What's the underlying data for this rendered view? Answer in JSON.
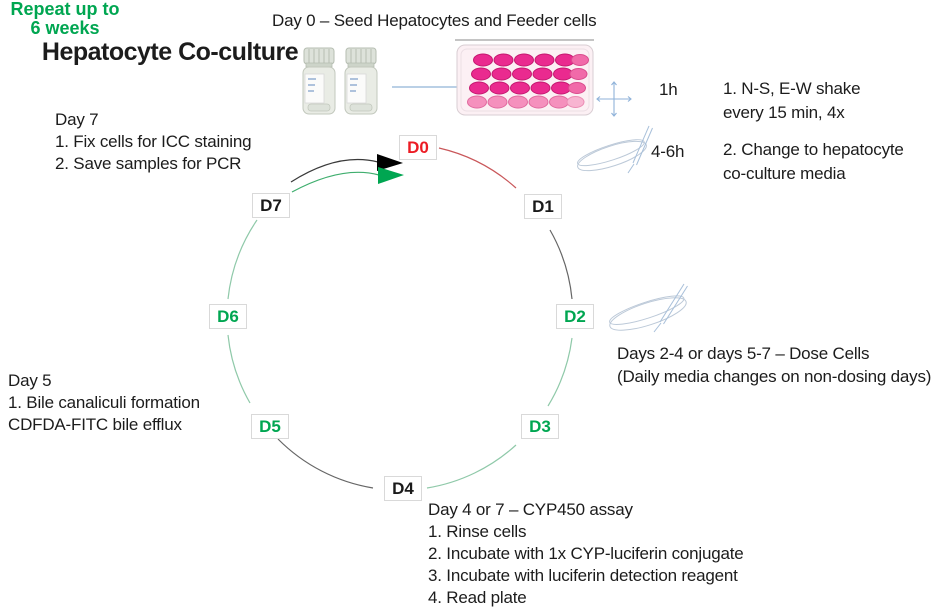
{
  "header": {
    "title": "Day 0 – Seed Hepatocytes and Feeder cells"
  },
  "seed_steps": {
    "step1_duration": "1h",
    "step1_line1": "1. N-S, E-W shake",
    "step1_line2": "every 15 min, 4x",
    "step2_duration": "4-6h",
    "step2_line1": "2. Change to hepatocyte",
    "step2_line2": "co-culture media"
  },
  "day7_note": {
    "title": "Day 7",
    "lines": [
      "1. Fix cells for ICC staining",
      "2. Save samples for PCR"
    ]
  },
  "day5_note": {
    "title": "Day 5",
    "lines": [
      "1. Bile canaliculi formation",
      "CDFDA-FITC bile efflux"
    ]
  },
  "dose_note": {
    "lines": [
      "Days 2-4 or days 5-7 – Dose Cells",
      "(Daily media changes on non-dosing days)"
    ]
  },
  "cyp_note": {
    "title": "Day 4 or 7 – CYP450 assay",
    "lines": [
      "1. Rinse cells",
      "2. Incubate with 1x CYP-luciferin conjugate",
      "3. Incubate with luciferin detection reagent",
      "4. Read plate"
    ]
  },
  "cycle": {
    "center_title": "Hepatocyte Co-culture",
    "repeat_line1": "Repeat up to",
    "repeat_line2": "6 weeks",
    "days": [
      {
        "label": "D0",
        "color": "#ec1c24"
      },
      {
        "label": "D1",
        "color": "#1a1a1a"
      },
      {
        "label": "D2",
        "color": "#00a651"
      },
      {
        "label": "D3",
        "color": "#00a651"
      },
      {
        "label": "D4",
        "color": "#1a1a1a"
      },
      {
        "label": "D5",
        "color": "#00a651"
      },
      {
        "label": "D6",
        "color": "#00a651"
      },
      {
        "label": "D7",
        "color": "#1a1a1a"
      }
    ]
  },
  "colors": {
    "day_red": "#ec1c24",
    "day_green": "#00a651",
    "arc_green": "#8fc9a9",
    "arc_dark": "#666666",
    "arc_red": "#c9575a",
    "flow_blue": "#90b4d6",
    "plate_pink": "#ea2a8f",
    "text": "#1c1c1c"
  },
  "icons": {
    "tubes": "cryovial-tubes-icon",
    "plate": "well-plate-icon",
    "shake": "shake-cross-icon",
    "dish1": "dish-pipette-icon",
    "dish2": "dish-pipette-icon",
    "flow_arrow": "flow-arrow-icon",
    "cycle_arrow": "cycle-arrow-icon",
    "repeat_arrow": "repeat-arrow-icon"
  }
}
